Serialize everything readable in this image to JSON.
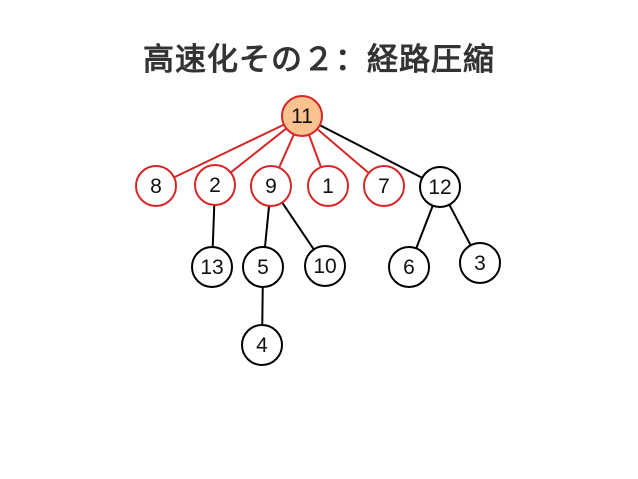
{
  "title": "高速化その２：経路圧縮",
  "colors": {
    "highlight_edge": "#d62728",
    "highlight_ring": "#d62728",
    "root_fill": "#f9c28e",
    "root_ring": "#d62728",
    "normal_edge": "#000000",
    "normal_ring": "#000000"
  },
  "nodes": [
    {
      "id": "11",
      "label": "11",
      "style": "root"
    },
    {
      "id": "8",
      "label": "8",
      "style": "highlight"
    },
    {
      "id": "2",
      "label": "2",
      "style": "highlight"
    },
    {
      "id": "9",
      "label": "9",
      "style": "highlight"
    },
    {
      "id": "1",
      "label": "1",
      "style": "highlight"
    },
    {
      "id": "7",
      "label": "7",
      "style": "highlight"
    },
    {
      "id": "12",
      "label": "12",
      "style": "normal"
    },
    {
      "id": "13",
      "label": "13",
      "style": "normal"
    },
    {
      "id": "5",
      "label": "5",
      "style": "normal"
    },
    {
      "id": "10",
      "label": "10",
      "style": "normal"
    },
    {
      "id": "6",
      "label": "6",
      "style": "normal"
    },
    {
      "id": "3",
      "label": "3",
      "style": "normal"
    },
    {
      "id": "4",
      "label": "4",
      "style": "normal"
    }
  ],
  "edges": [
    {
      "from": "11",
      "to": "8",
      "style": "highlight"
    },
    {
      "from": "11",
      "to": "2",
      "style": "highlight"
    },
    {
      "from": "11",
      "to": "9",
      "style": "highlight"
    },
    {
      "from": "11",
      "to": "1",
      "style": "highlight"
    },
    {
      "from": "11",
      "to": "7",
      "style": "highlight"
    },
    {
      "from": "11",
      "to": "12",
      "style": "normal"
    },
    {
      "from": "2",
      "to": "13",
      "style": "normal"
    },
    {
      "from": "9",
      "to": "5",
      "style": "normal"
    },
    {
      "from": "9",
      "to": "10",
      "style": "normal"
    },
    {
      "from": "12",
      "to": "6",
      "style": "normal"
    },
    {
      "from": "12",
      "to": "3",
      "style": "normal"
    },
    {
      "from": "5",
      "to": "4",
      "style": "normal"
    }
  ]
}
